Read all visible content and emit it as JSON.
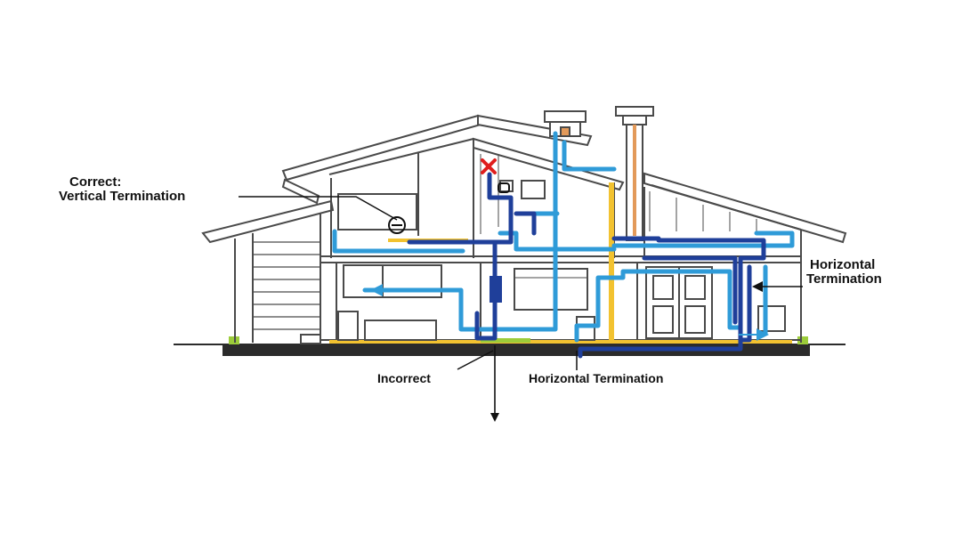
{
  "labels": {
    "correct_line1": "Correct:",
    "correct_line2": "Vertical Termination",
    "horizontal_right_line1": "Horizontal",
    "horizontal_right_line2": "Termination",
    "incorrect": "Incorrect",
    "horizontal_bottom": "Horizontal Termination"
  },
  "colors": {
    "vent_light": "#2f9bd8",
    "vent_dark": "#1f3f9a",
    "framing": "#4a4a4a",
    "insulation": "#f2c230",
    "flue": "#e39a5a",
    "ground": "#2b2b2b",
    "error_mark": "#e01e1e",
    "grass": "#9ccc3a"
  },
  "icons": [
    "red-x-icon",
    "arrow-down-icon",
    "vent-cap-icon"
  ]
}
